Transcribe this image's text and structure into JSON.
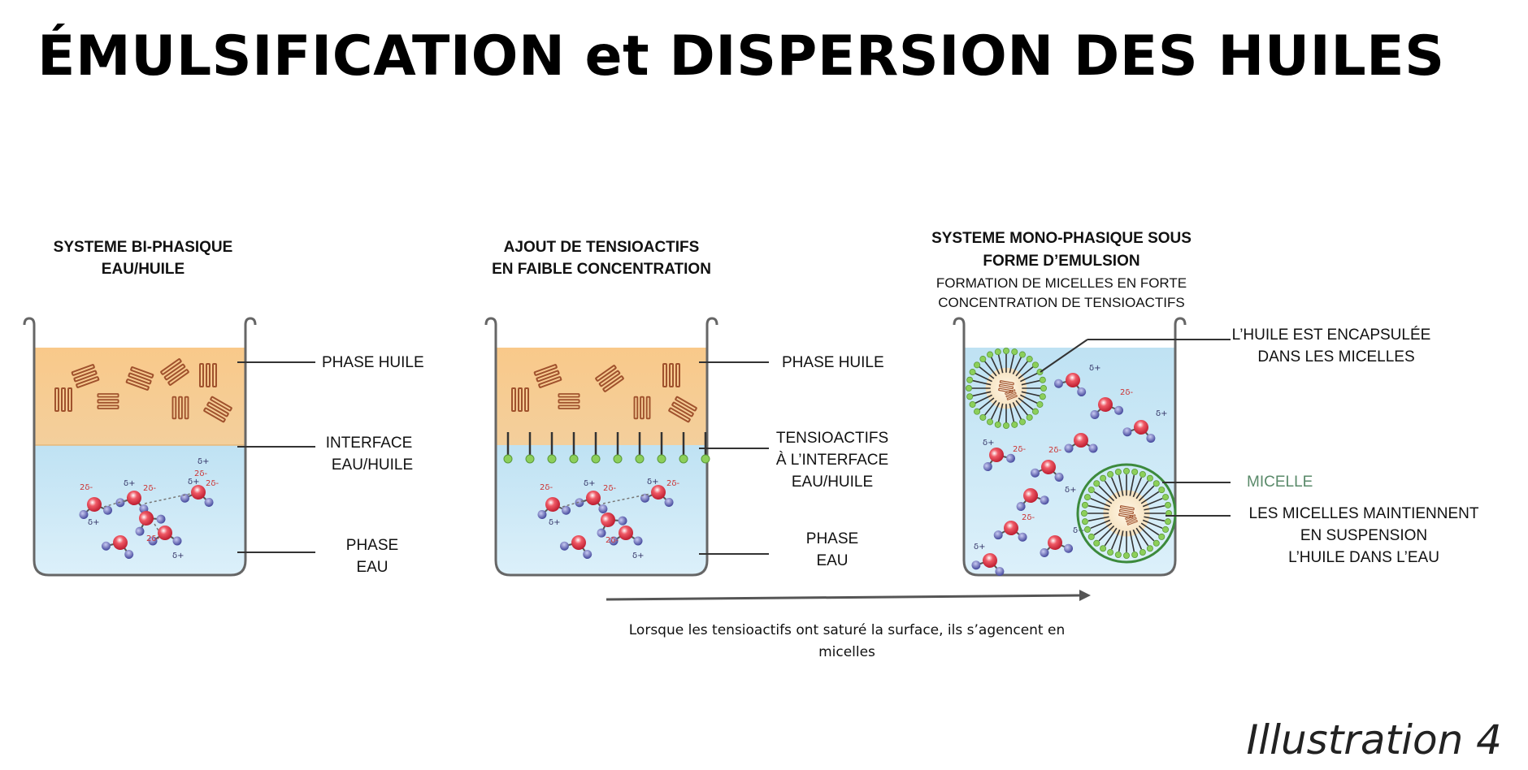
{
  "title": "ÉMULSIFICATION et DISPERSION DES HUILES",
  "panels": [
    {
      "heading": [
        "SYSTEME BI-PHASIQUE",
        "EAU/HUILE"
      ],
      "labels": {
        "oil": "PHASE HUILE",
        "interface": [
          "INTERFACE",
          "EAU/HUILE"
        ],
        "water": [
          "PHASE",
          "EAU"
        ]
      }
    },
    {
      "heading": [
        "AJOUT DE TENSIOACTIFS",
        "EN FAIBLE CONCENTRATION"
      ],
      "labels": {
        "oil": "PHASE HUILE",
        "surfactants": [
          "TENSIOACTIFS",
          "À L’INTERFACE",
          "EAU/HUILE"
        ],
        "water": [
          "PHASE",
          "EAU"
        ]
      }
    },
    {
      "heading": [
        "SYSTEME MONO-PHASIQUE SOUS",
        "FORME D’EMULSION"
      ],
      "subheading": [
        "FORMATION DE MICELLES EN FORTE",
        "CONCENTRATION DE TENSIOACTIFS"
      ],
      "labels": {
        "encapsulated": [
          "L’HUILE EST ENCAPSULÉE",
          "DANS LES MICELLES"
        ],
        "micelle": "MICELLE",
        "suspension": [
          "LES MICELLES MAINTIENNENT",
          "EN SUSPENSION",
          "L’HUILE DANS L’EAU"
        ]
      }
    }
  ],
  "transition_caption": [
    "Lorsque les tensioactifs ont saturé la surface, ils s’agencent en",
    "micelles"
  ],
  "figure_label": "Illustration 4",
  "colors": {
    "oil": "#f6c98a",
    "water": "#c9e6f4",
    "oil_molecule": "#a0522d",
    "oxygen": "#d92b3a",
    "hydrogen": "#4b4fa8",
    "surfactant_head": "#8ccf5a",
    "micelle_ring": "#3c8a3c",
    "leader_line": "#333333"
  },
  "glyphs": {
    "delta_plus": "δ+",
    "delta_minus_2": "2δ-"
  }
}
